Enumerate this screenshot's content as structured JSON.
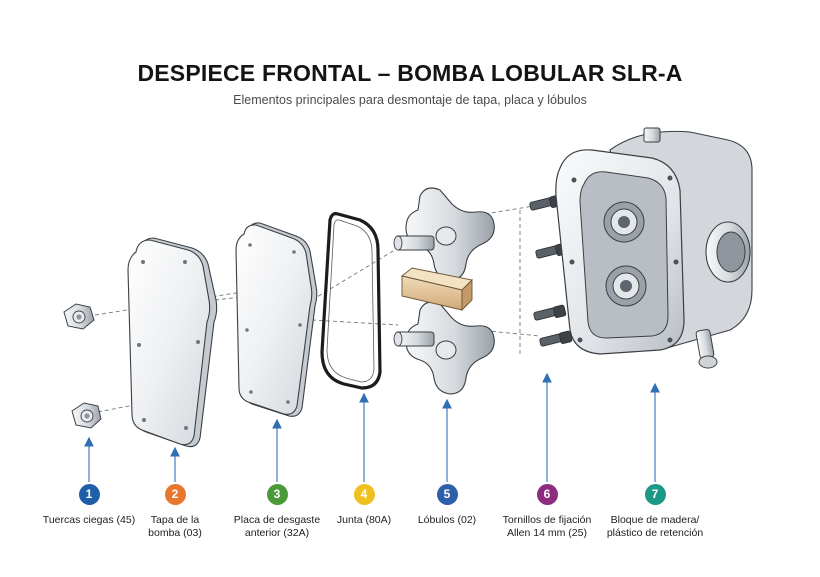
{
  "title": "DESPIECE FRONTAL – BOMBA LOBULAR SLR-A",
  "subtitle": "Elementos principales para desmontaje de tapa, placa y lóbulos",
  "callouts": [
    {
      "number": "1",
      "label": "Tuercas ciegas (45)",
      "color": "#1f5fa8"
    },
    {
      "number": "2",
      "label": "Tapa de la\nbomba (03)",
      "color": "#e8772e"
    },
    {
      "number": "3",
      "label": "Placa de desgaste\nanterior (32A)",
      "color": "#4a9a3a"
    },
    {
      "number": "4",
      "label": "Junta (80A)",
      "color": "#f0c020"
    },
    {
      "number": "5",
      "label": "Lóbulos (02)",
      "color": "#2f5fa8"
    },
    {
      "number": "6",
      "label": "Tornillos de fijación\nAllen 14 mm (25)",
      "color": "#8e2c7e"
    },
    {
      "number": "7",
      "label": "Bloque de madera/\nplástico de retención",
      "color": "#1a9a86"
    }
  ],
  "colors": {
    "metal_light": "#f2f4f6",
    "metal_mid": "#c9ced4",
    "metal_dark": "#7c848c",
    "outline": "#3a3f44",
    "wood": "#e6c9a0",
    "gasket": "#1c1c1c",
    "leader": "#2f6fb3"
  }
}
